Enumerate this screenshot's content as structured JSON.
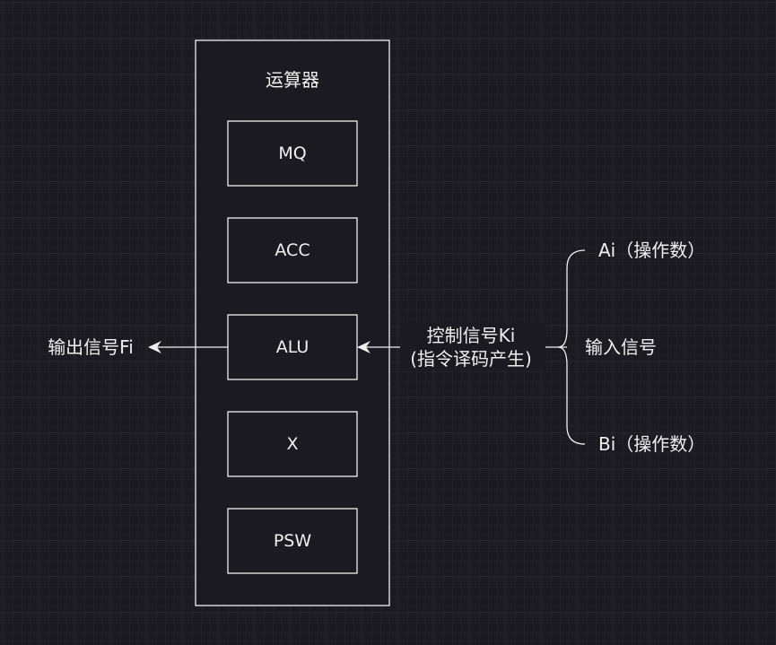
{
  "diagram": {
    "container_label": "运算器",
    "components": [
      {
        "id": "mq",
        "label": "MQ"
      },
      {
        "id": "acc",
        "label": "ACC"
      },
      {
        "id": "alu",
        "label": "ALU"
      },
      {
        "id": "x",
        "label": "X"
      },
      {
        "id": "psw",
        "label": "PSW"
      }
    ],
    "output_label": "输出信号Fi",
    "control_label_line1": "控制信号Ki",
    "control_label_line2": "(指令译码产生)",
    "input_label": "输入信号",
    "input_a_label": "Ai（操作数）",
    "input_b_label": "Bi（操作数）"
  },
  "colors": {
    "background": "#1b1a20",
    "grid_minor": "#26252b",
    "grid_major": "#313036",
    "stroke": "#f0f0f0",
    "text": "#f0f0f0"
  }
}
